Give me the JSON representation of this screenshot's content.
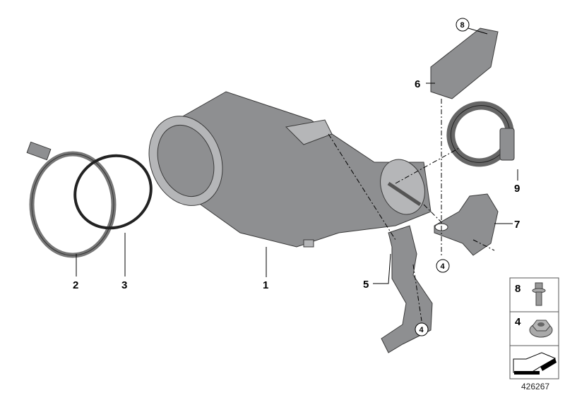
{
  "callouts": {
    "c1": "1",
    "c2": "2",
    "c3": "3",
    "c4a": "4",
    "c4b": "4",
    "c5": "5",
    "c6": "6",
    "c7": "7",
    "c8": "8",
    "c9": "9"
  },
  "legend": [
    {
      "number": "8",
      "part": "hex-flange-bolt-icon"
    },
    {
      "number": "4",
      "part": "hex-flange-nut-icon"
    },
    {
      "number": "",
      "part": "arrow-symbol-icon"
    }
  ],
  "document_number": "426267"
}
